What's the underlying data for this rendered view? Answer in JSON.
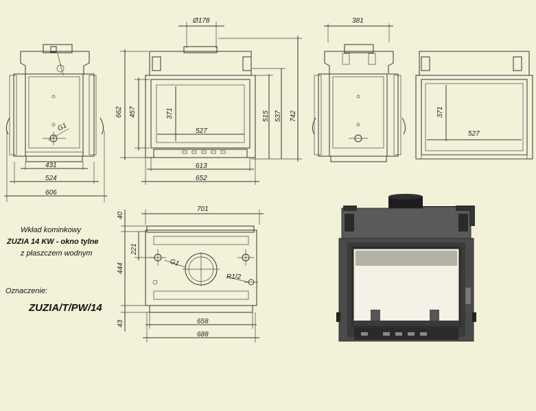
{
  "title_block": {
    "line1": "Wkład kominkowy",
    "line2": "ZUZIA 14 KW - okno tylne",
    "line3": "z płaszczem wodnym",
    "designation_label": "Oznaczenie:",
    "designation_code": "ZUZIA/T/PW/14"
  },
  "dimensions": {
    "d178": "Ø178",
    "d381": "381",
    "d662": "662",
    "d457": "457",
    "d371a": "371",
    "d527a": "527",
    "d515": "515",
    "d537": "537",
    "d742": "742",
    "d613": "613",
    "d652": "652",
    "d431": "431",
    "d524": "524",
    "d606": "606",
    "g1a": "G1",
    "d371b": "371",
    "d527b": "527",
    "d701": "701",
    "d40": "40",
    "d221": "221",
    "d444": "444",
    "d43": "43",
    "g1b": "G1",
    "r12": "R1/2",
    "d658": "658",
    "d688": "688"
  },
  "colors": {
    "background": "#f3f1d8",
    "line": "#333333",
    "render_body": "#4a4a4a"
  }
}
